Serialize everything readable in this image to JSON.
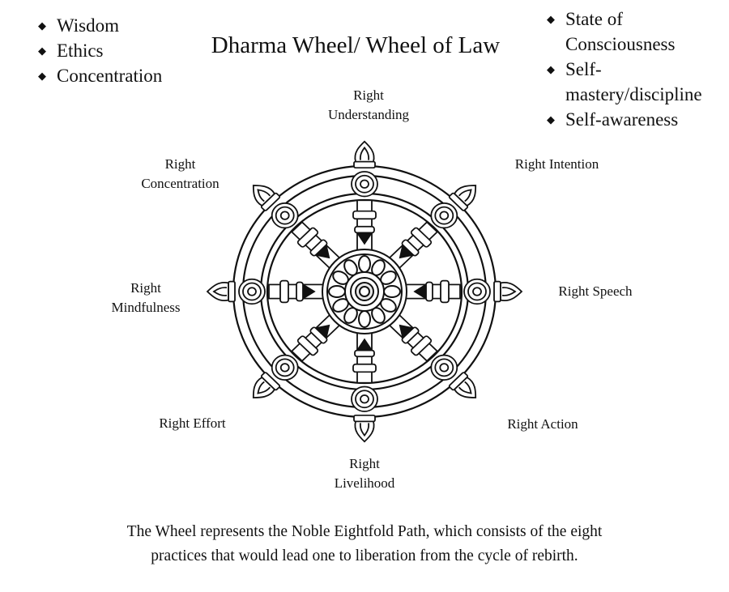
{
  "title": "Dharma Wheel/ Wheel of Law",
  "left_list": [
    "Wisdom",
    "Ethics",
    "Concentration"
  ],
  "right_list": [
    "State of\nConsciousness",
    "Self-\nmastery/discipline",
    "Self-awareness"
  ],
  "spoke_labels": {
    "top": "Right\nUnderstanding",
    "top_right": "Right Intention",
    "right": "Right Speech",
    "bottom_right": "Right Action",
    "bottom": "Right\nLivelihood",
    "bottom_left": "Right Effort",
    "left": "Right\nMindfulness",
    "top_left": "Right\nConcentration"
  },
  "caption": "The Wheel represents the Noble Eightfold Path, which consists of the eight\npractices that would lead one to liberation from the cycle of rebirth.",
  "icons": {
    "bullet": "diamond-bullet-icon",
    "wheel": "dharma-wheel-icon"
  },
  "colors": {
    "ink": "#111111",
    "background": "#ffffff"
  }
}
